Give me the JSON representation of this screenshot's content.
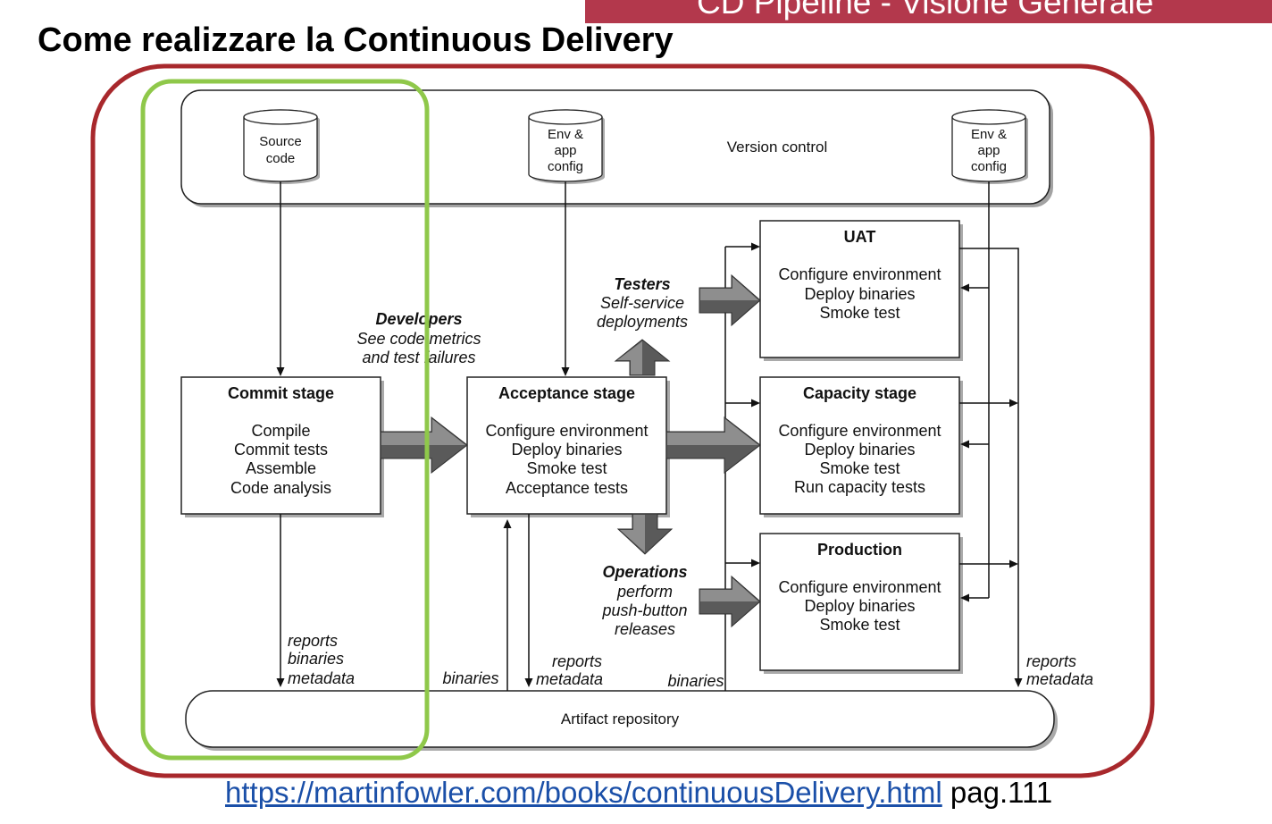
{
  "slide": {
    "header_banner": "CD Pipeline - Visione Generale",
    "title": "Come realizzare la Continuous Delivery",
    "source_link": "https://martinfowler.com/books/continuousDelivery.html",
    "source_page": "pag.111"
  },
  "colors": {
    "banner": "#b3384c",
    "outer_frame": "#a8282c",
    "highlight_frame": "#8fc84a",
    "link": "#1a4fa8"
  },
  "diagram": {
    "version_control": "Version control",
    "source_code": [
      "Source",
      "code"
    ],
    "env_config_acceptance": [
      "Env &",
      "app",
      "config"
    ],
    "env_config_stages": [
      "Env &",
      "app",
      "config"
    ],
    "commit_stage": {
      "title": "Commit stage",
      "steps": [
        "Compile",
        "Commit tests",
        "Assemble",
        "Code analysis"
      ]
    },
    "acceptance_stage": {
      "title": "Acceptance stage",
      "steps": [
        "Configure environment",
        "Deploy binaries",
        "Smoke test",
        "Acceptance tests"
      ]
    },
    "uat": {
      "title": "UAT",
      "steps": [
        "Configure environment",
        "Deploy binaries",
        "Smoke test"
      ]
    },
    "capacity_stage": {
      "title": "Capacity stage",
      "steps": [
        "Configure environment",
        "Deploy binaries",
        "Smoke test",
        "Run capacity tests"
      ]
    },
    "production": {
      "title": "Production",
      "steps": [
        "Configure environment",
        "Deploy binaries",
        "Smoke test"
      ]
    },
    "developers": {
      "role": "Developers",
      "lines": [
        "See code metrics",
        "and test failures"
      ]
    },
    "testers": {
      "role": "Testers",
      "lines": [
        "Self-service",
        "deployments"
      ]
    },
    "operations": {
      "role": "Operations",
      "lines": [
        "perform",
        "push-button",
        "releases"
      ]
    },
    "commit_outputs": [
      "reports",
      "binaries",
      "metadata"
    ],
    "acceptance_input": "binaries",
    "acceptance_outputs": [
      "reports",
      "metadata"
    ],
    "stages_input": "binaries",
    "stages_outputs": [
      "reports",
      "metadata"
    ],
    "artifact_repository": "Artifact repository"
  }
}
